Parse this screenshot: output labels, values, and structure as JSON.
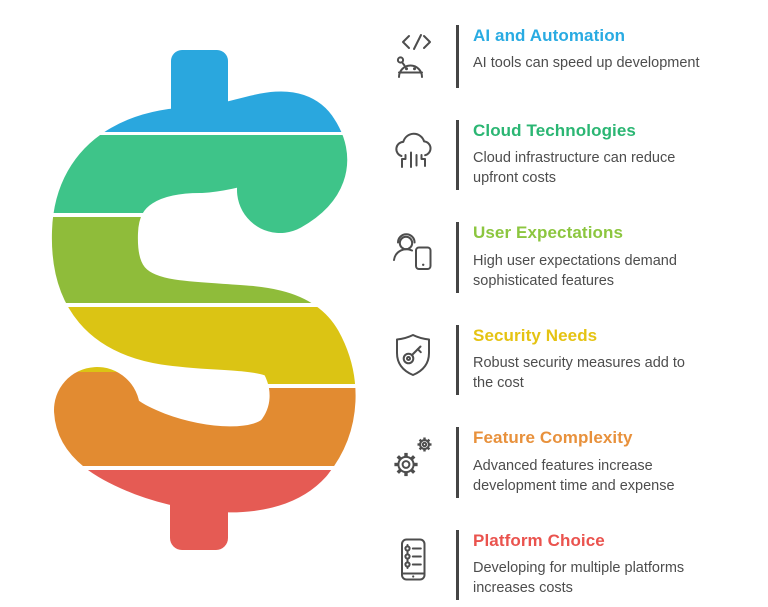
{
  "figure": {
    "dollar_sign": {
      "bands": [
        {
          "label": "blue",
          "color": "#2AA7DE"
        },
        {
          "label": "green",
          "color": "#3EC489"
        },
        {
          "label": "light-green",
          "color": "#8FBC3A"
        },
        {
          "label": "yellow",
          "color": "#DBC414"
        },
        {
          "label": "orange",
          "color": "#E28B31"
        },
        {
          "label": "red",
          "color": "#E55B54"
        }
      ]
    }
  },
  "items": [
    {
      "title": "AI and Automation",
      "description": "AI tools can speed up development",
      "title_color": "#29ABE2",
      "icon": "robot-code-icon"
    },
    {
      "title": "Cloud Technologies",
      "description": "Cloud infrastructure can reduce upfront costs",
      "title_color": "#2BB673",
      "icon": "cloud-data-icon"
    },
    {
      "title": "User Expectations",
      "description": "High user expectations demand sophisticated features",
      "title_color": "#8CC63F",
      "icon": "user-device-icon"
    },
    {
      "title": "Security Needs",
      "description": "Robust security measures add to the cost",
      "title_color": "#E5C313",
      "icon": "shield-key-icon"
    },
    {
      "title": "Feature Complexity",
      "description": "Advanced features increase development time and expense",
      "title_color": "#E8913C",
      "icon": "gears-icon"
    },
    {
      "title": "Platform Choice",
      "description": "Developing for multiple platforms increases costs",
      "title_color": "#EA534E",
      "icon": "phone-settings-icon"
    }
  ],
  "text_color": "#4D4D4D"
}
